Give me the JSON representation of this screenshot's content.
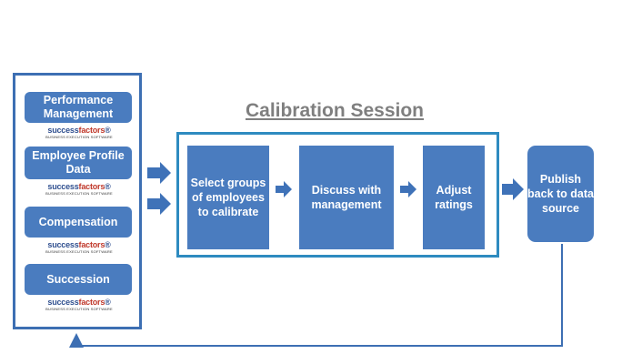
{
  "title": "Calibration Session",
  "sources": [
    {
      "label": "Performance Management"
    },
    {
      "label": "Employee Profile Data"
    },
    {
      "label": "Compensation"
    },
    {
      "label": "Succession"
    }
  ],
  "logo": {
    "word_main": "success",
    "word_tail": "factors",
    "mark": "®",
    "tagline": "BUSINESS EXECUTION SOFTWARE"
  },
  "steps": [
    {
      "label": "Select groups of employees to calibrate"
    },
    {
      "label": "Discuss with management"
    },
    {
      "label": "Adjust ratings"
    }
  ],
  "publish": {
    "label": "Publish back to data source"
  },
  "colors": {
    "box_fill": "#4a7cbf",
    "panel_border": "#3d6fb3",
    "frame_border": "#2e8bc0",
    "title": "#7f7f7f"
  }
}
